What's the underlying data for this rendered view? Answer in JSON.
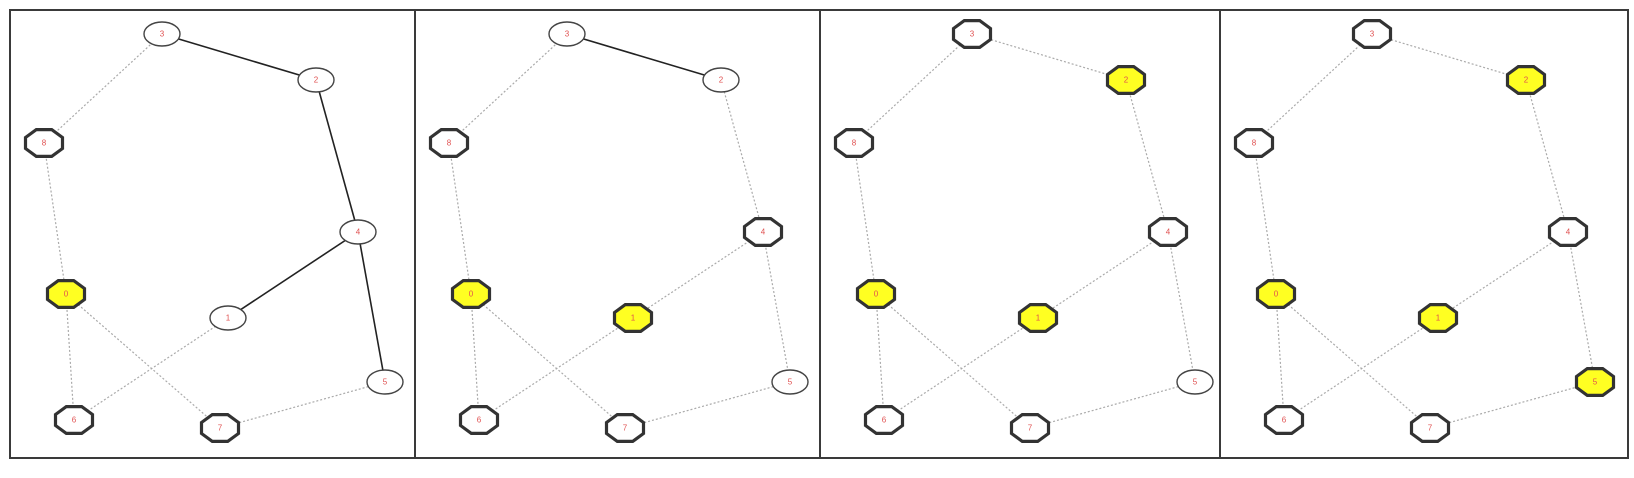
{
  "colors": {
    "highlight": "#ffff22",
    "plain": "#ffffff",
    "label": "#e05050",
    "solid_edge": "#222222",
    "dotted_edge": "#aaaaaa"
  },
  "node_labels": [
    "0",
    "1",
    "2",
    "3",
    "4",
    "5",
    "6",
    "7",
    "8"
  ],
  "panels": [
    {
      "solid_edges": [
        [
          "3",
          "2"
        ],
        [
          "2",
          "4"
        ],
        [
          "4",
          "1"
        ],
        [
          "4",
          "5"
        ]
      ],
      "dotted_edges": [
        [
          "3",
          "8"
        ],
        [
          "8",
          "0"
        ],
        [
          "0",
          "6"
        ],
        [
          "0",
          "7"
        ],
        [
          "6",
          "1"
        ],
        [
          "7",
          "5"
        ]
      ],
      "octagon_nodes": [
        "8",
        "0",
        "6",
        "7"
      ],
      "highlighted_nodes": [
        "0"
      ]
    },
    {
      "solid_edges": [
        [
          "3",
          "2"
        ]
      ],
      "dotted_edges": [
        [
          "3",
          "8"
        ],
        [
          "8",
          "0"
        ],
        [
          "0",
          "6"
        ],
        [
          "0",
          "7"
        ],
        [
          "6",
          "1"
        ],
        [
          "7",
          "5"
        ],
        [
          "2",
          "4"
        ],
        [
          "4",
          "1"
        ],
        [
          "4",
          "5"
        ]
      ],
      "octagon_nodes": [
        "8",
        "0",
        "6",
        "7",
        "4",
        "1"
      ],
      "highlighted_nodes": [
        "0",
        "1"
      ]
    },
    {
      "solid_edges": [],
      "dotted_edges": [
        [
          "3",
          "8"
        ],
        [
          "8",
          "0"
        ],
        [
          "0",
          "6"
        ],
        [
          "0",
          "7"
        ],
        [
          "6",
          "1"
        ],
        [
          "7",
          "5"
        ],
        [
          "3",
          "2"
        ],
        [
          "2",
          "4"
        ],
        [
          "4",
          "1"
        ],
        [
          "4",
          "5"
        ]
      ],
      "octagon_nodes": [
        "8",
        "0",
        "6",
        "7",
        "4",
        "1",
        "3",
        "2"
      ],
      "highlighted_nodes": [
        "0",
        "1",
        "2"
      ]
    },
    {
      "solid_edges": [],
      "dotted_edges": [
        [
          "3",
          "8"
        ],
        [
          "8",
          "0"
        ],
        [
          "0",
          "6"
        ],
        [
          "0",
          "7"
        ],
        [
          "6",
          "1"
        ],
        [
          "7",
          "5"
        ],
        [
          "3",
          "2"
        ],
        [
          "2",
          "4"
        ],
        [
          "4",
          "1"
        ],
        [
          "4",
          "5"
        ]
      ],
      "octagon_nodes": [
        "8",
        "0",
        "6",
        "7",
        "4",
        "1",
        "3",
        "2",
        "5"
      ],
      "highlighted_nodes": [
        "0",
        "1",
        "2",
        "5"
      ]
    }
  ]
}
